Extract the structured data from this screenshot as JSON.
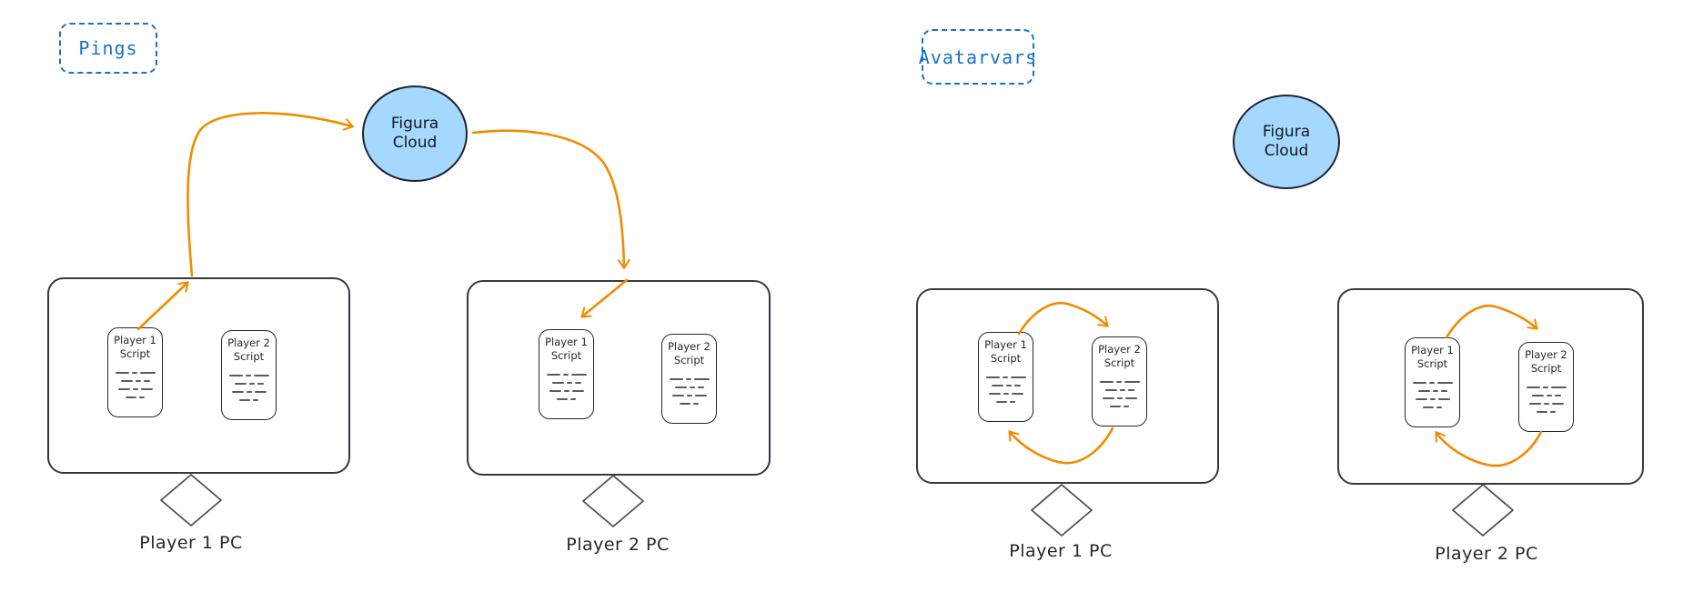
{
  "colors": {
    "accent_orange": "#f08c00",
    "label_blue": "#1971c2",
    "cloud_fill": "#a5d8ff",
    "stroke_dark": "#1e1e1e"
  },
  "diagram": {
    "panels": {
      "pings": {
        "tag": "Pings",
        "cloud": {
          "line1": "Figura",
          "line2": "Cloud"
        },
        "pc1_label": "Player 1 PC",
        "pc2_label": "Player 2 PC"
      },
      "avatarvars": {
        "tag": "Avatarvars",
        "cloud": {
          "line1": "Figura",
          "line2": "Cloud"
        },
        "pc1_label": "Player 1 PC",
        "pc2_label": "Player 2 PC"
      }
    },
    "card_titles": {
      "player1": {
        "line1": "Player 1",
        "line2": "Script"
      },
      "player2": {
        "line1": "Player 2",
        "line2": "Script"
      }
    }
  }
}
